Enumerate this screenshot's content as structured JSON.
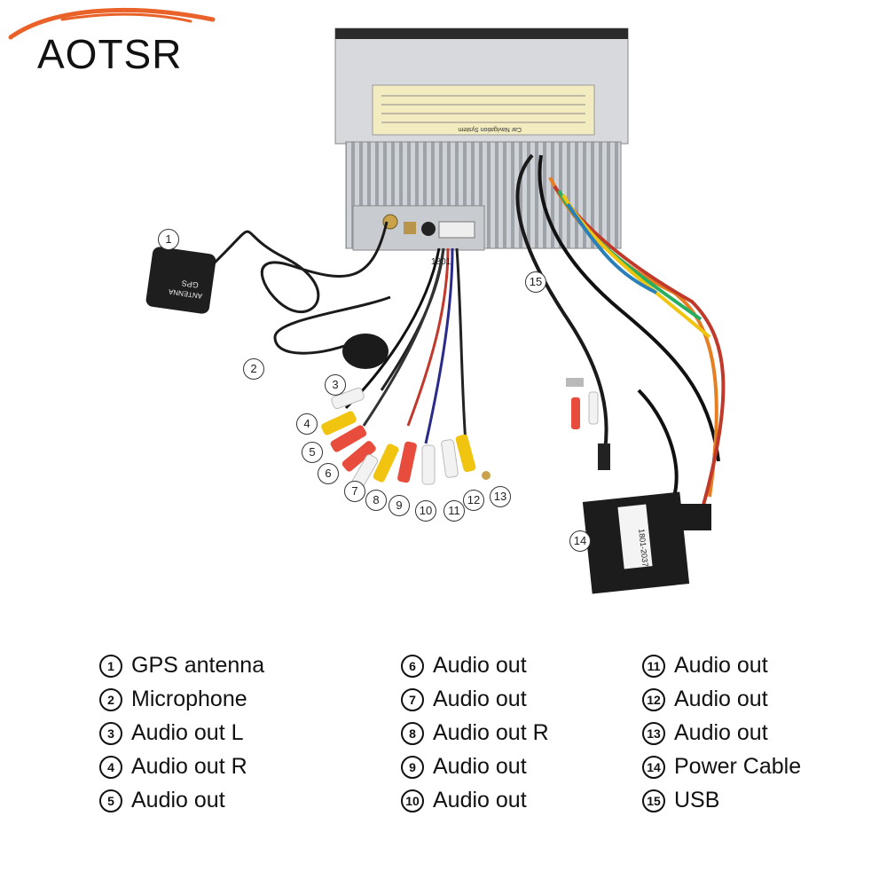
{
  "brand": {
    "name": "AOTSR",
    "accent": "#e8622a"
  },
  "device": {
    "gps_labels": [
      "GPS",
      "ANTENNA"
    ],
    "label_header": "Car Navigation System",
    "plug_label": "1801",
    "power_plug_label": "1801-2037"
  },
  "callouts": [
    "1",
    "2",
    "3",
    "4",
    "5",
    "6",
    "7",
    "8",
    "9",
    "10",
    "11",
    "12",
    "13",
    "14",
    "15"
  ],
  "legend": [
    {
      "num": "1",
      "text": "GPS antenna"
    },
    {
      "num": "2",
      "text": "Microphone"
    },
    {
      "num": "3",
      "text": "Audio out L"
    },
    {
      "num": "4",
      "text": "Audio out R"
    },
    {
      "num": "5",
      "text": "Audio out"
    },
    {
      "num": "6",
      "text": "Audio out"
    },
    {
      "num": "7",
      "text": "Audio out"
    },
    {
      "num": "8",
      "text": "Audio out R"
    },
    {
      "num": "9",
      "text": "Audio out"
    },
    {
      "num": "10",
      "text": "Audio out"
    },
    {
      "num": "11",
      "text": "Audio out"
    },
    {
      "num": "12",
      "text": "Audio out"
    },
    {
      "num": "13",
      "text": "Audio out"
    },
    {
      "num": "14",
      "text": "Power Cable"
    },
    {
      "num": "15",
      "text": "USB"
    }
  ]
}
